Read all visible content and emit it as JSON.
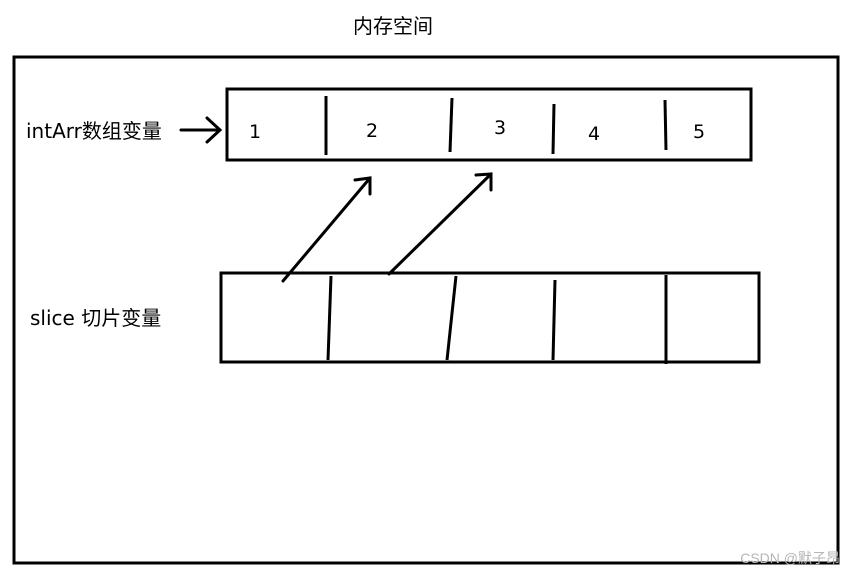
{
  "title": "内存空间",
  "array_label": "intArr数组变量",
  "slice_label": "slice 切片变量",
  "array_cells": [
    "1",
    "2",
    "3",
    "4",
    "5"
  ],
  "watermark": "CSDN @默子昂",
  "colors": {
    "stroke": "#000000",
    "background": "#ffffff",
    "watermark": "#b5b5b5"
  }
}
